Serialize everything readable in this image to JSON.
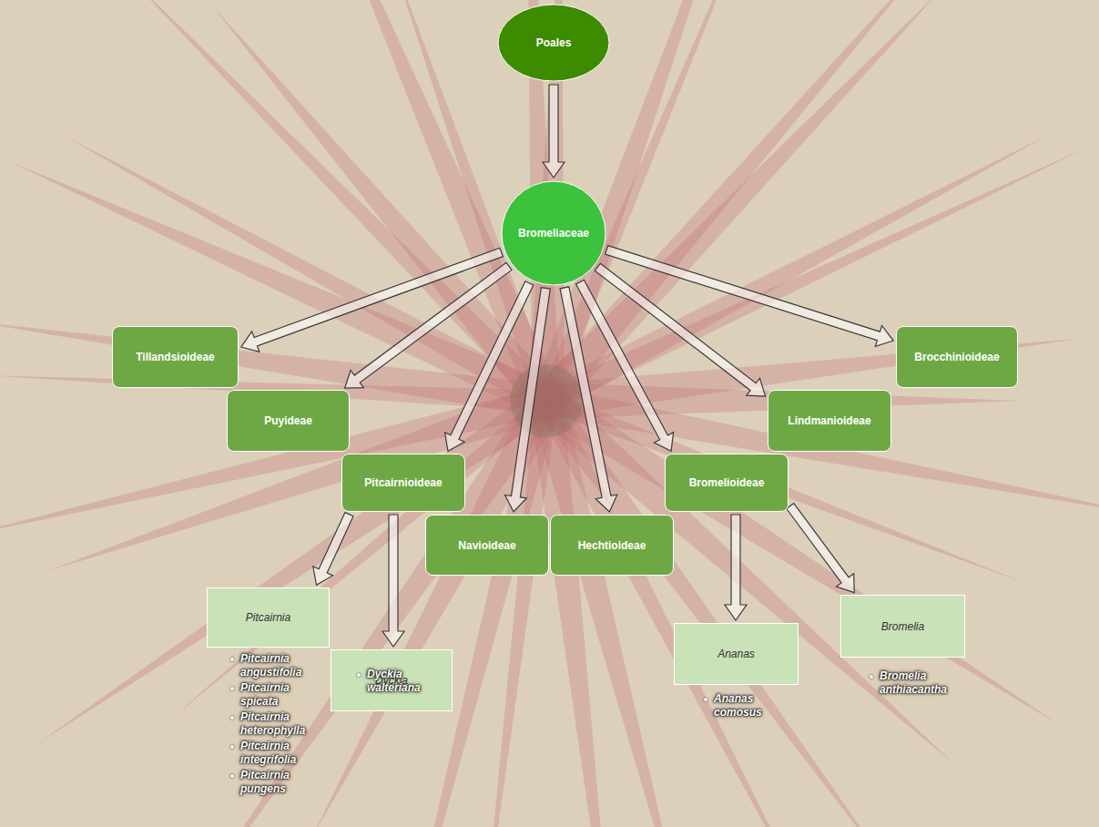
{
  "diagram": {
    "nodes": [
      {
        "text": [
          "Poales"
        ]
      },
      {
        "text": [
          "Bromeliaceae"
        ]
      },
      {
        "text": [
          "Tillandsioideae"
        ]
      },
      {
        "text": [
          "Brocchinioideae"
        ]
      },
      {
        "text": [
          "Puyideae"
        ]
      },
      {
        "text": [
          "Lindmanioideae"
        ]
      },
      {
        "text": [
          "Pitcairnioideae"
        ]
      },
      {
        "text": [
          "Bromelioideae"
        ]
      },
      {
        "text": [
          "Navioideae"
        ]
      },
      {
        "text": [
          "Hechtioideae"
        ]
      },
      {
        "text": [
          "Pitcairnia"
        ]
      },
      {
        "text": [
          "Dyckia"
        ]
      },
      {
        "text": [
          "Ananas"
        ]
      },
      {
        "text": [
          "Bromelia"
        ]
      }
    ],
    "edges": [
      {
        "from": 0,
        "to": 1,
        "arrow": "to"
      },
      {
        "from": 1,
        "to": 2,
        "arrow": "to"
      },
      {
        "from": 1,
        "to": 4,
        "arrow": "to"
      },
      {
        "from": 1,
        "to": 6,
        "arrow": "to"
      },
      {
        "from": 1,
        "to": 8,
        "arrow": "to"
      },
      {
        "from": 1,
        "to": 9,
        "arrow": "to"
      },
      {
        "from": 1,
        "to": 7,
        "arrow": "to"
      },
      {
        "from": 1,
        "to": 5,
        "arrow": "to"
      },
      {
        "from": 1,
        "to": 3,
        "arrow": "to"
      },
      {
        "from": 6,
        "to": 10,
        "arrow": "to"
      },
      {
        "from": 6,
        "to": 11,
        "arrow": "to"
      },
      {
        "from": 7,
        "to": 12,
        "arrow": "to"
      },
      {
        "from": 7,
        "to": 13,
        "arrow": "to"
      }
    ],
    "labels": [
      "Pitcairnia angustifolia",
      "Pitcairnia spicata",
      "Pitcairnia heterophylla",
      "Pitcairnia integrifolia",
      "Pitcairnia pungens",
      "Dyckia walteriana",
      "Ananas comosus",
      "Bromelia anthiacantha"
    ]
  }
}
